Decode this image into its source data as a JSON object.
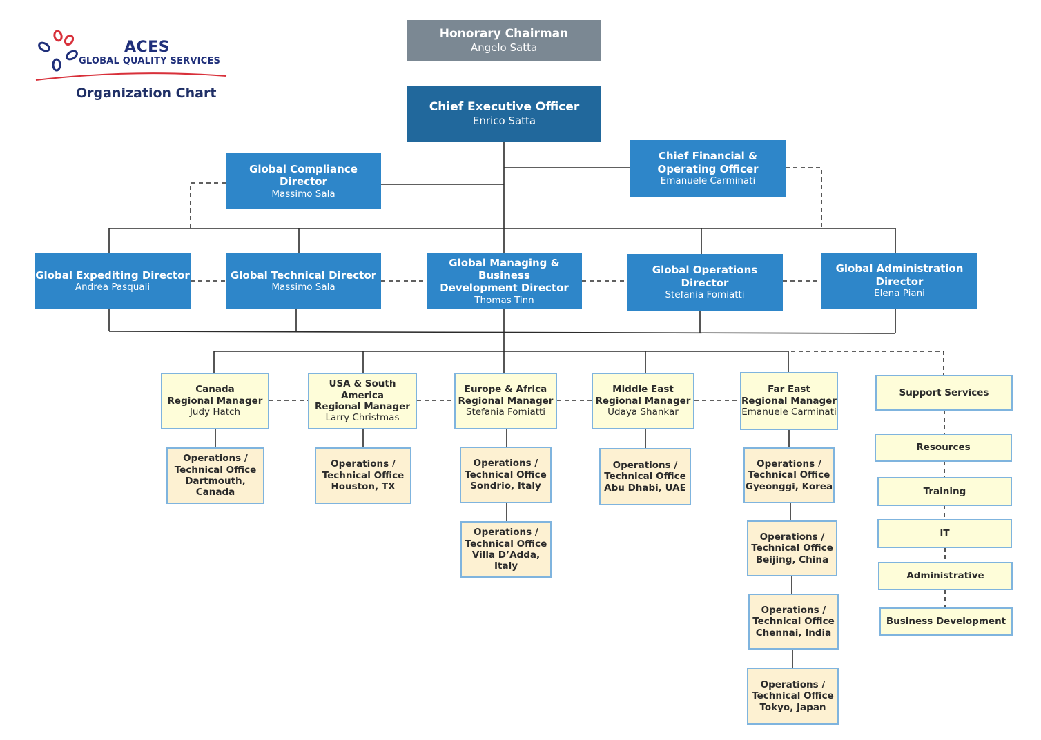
{
  "header": {
    "logo_name": "ACES",
    "logo_subtitle": "GLOBAL QUALITY SERVICES",
    "title": "Organization Chart"
  },
  "colors": {
    "executive_gray": "#7b8893",
    "ceo_navy": "#21689c",
    "director_blue": "#2e86c9",
    "regional_cream": "#fefdd9",
    "office_peach": "#fdf1d2",
    "box_border": "#7fb4de",
    "logo_red": "#d8303a",
    "logo_navy": "#1f2f7a"
  },
  "executives": {
    "honorary": {
      "title": "Honorary Chairman",
      "name": "Angelo Satta"
    },
    "ceo": {
      "title": "Chief Executive Officer",
      "name": "Enrico Satta"
    },
    "compliance": {
      "title": "Global Compliance Director",
      "name": "Massimo Sala"
    },
    "cfo": {
      "title": "Chief Financial &\nOperating Officer",
      "name": "Emanuele Carminati"
    }
  },
  "directors": [
    {
      "title": "Global Expediting Director",
      "name": "Andrea Pasquali"
    },
    {
      "title": "Global Technical Director",
      "name": "Massimo Sala"
    },
    {
      "title": "Global  Managing & Business\nDevelopment Director",
      "name": "Thomas Tinn"
    },
    {
      "title": "Global Operations Director",
      "name": "Stefania Fomiatti"
    },
    {
      "title": "Global Administration\nDirector",
      "name": "Elena Piani"
    }
  ],
  "regions": [
    {
      "title": "Canada\nRegional Manager",
      "name": "Judy Hatch"
    },
    {
      "title": "USA & South America\nRegional Manager",
      "name": "Larry Christmas"
    },
    {
      "title": "Europe & Africa\nRegional Manager",
      "name": "Stefania Fomiatti"
    },
    {
      "title": "Middle East\nRegional Manager",
      "name": "Udaya Shankar"
    },
    {
      "title": "Far East\nRegional Manager",
      "name": "Emanuele Carminati"
    }
  ],
  "offices": [
    {
      "title": "Operations /\nTechnical Office\nDartmouth, Canada"
    },
    {
      "title": "Operations /\nTechnical Office\nHouston, TX"
    },
    {
      "title": "Operations /\nTechnical Office\nSondrio, Italy"
    },
    {
      "title": "Operations /\nTechnical Office\nVilla D’Adda, Italy"
    },
    {
      "title": "Operations /\nTechnical Office\nAbu Dhabi, UAE"
    },
    {
      "title": "Operations /\nTechnical Office\nGyeonggi, Korea"
    },
    {
      "title": "Operations /\nTechnical Office\nBeijing, China"
    },
    {
      "title": "Operations /\nTechnical Office\nChennai, India"
    },
    {
      "title": "Operations /\nTechnical Office\nTokyo, Japan"
    }
  ],
  "support": [
    {
      "title": "Support Services"
    },
    {
      "title": "Resources"
    },
    {
      "title": "Training"
    },
    {
      "title": "IT"
    },
    {
      "title": "Administrative"
    },
    {
      "title": "Business Development"
    }
  ]
}
